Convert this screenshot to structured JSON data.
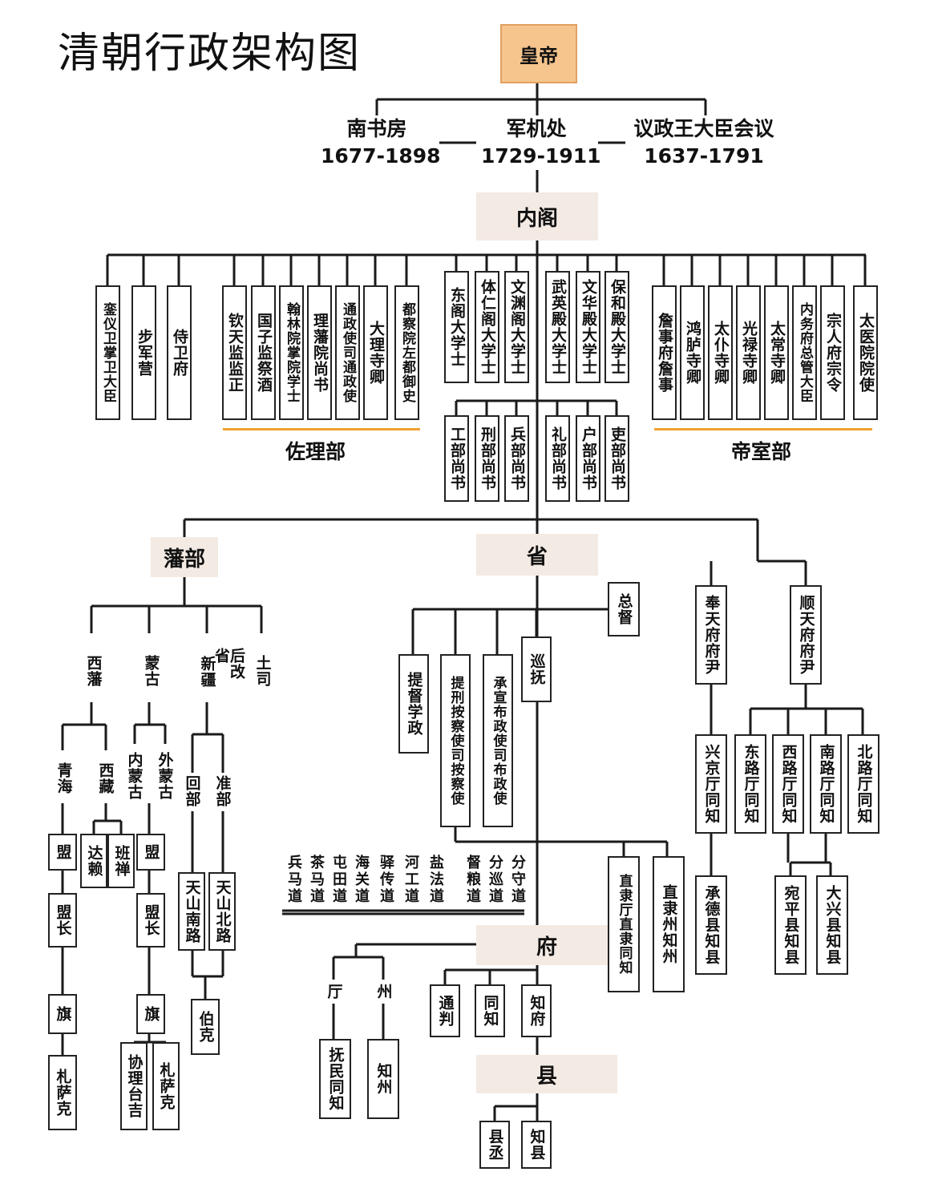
{
  "title": "清朝行政架构图",
  "emperor": "皇帝",
  "councils": [
    {
      "name": "南书房",
      "years": "1677-1898"
    },
    {
      "name": "军机处",
      "years": "1729-1911"
    },
    {
      "name": "议政王大臣会议",
      "years": "1637-1791"
    }
  ],
  "neige": "内阁",
  "assist": {
    "label": "佐理部",
    "items": [
      "钦天监监正",
      "国子监祭酒",
      "翰林院掌院学士",
      "理藩院尚书",
      "通政使司通政使",
      "大理寺卿",
      "都察院左都御史"
    ]
  },
  "guards": [
    "銮仪卫掌卫大臣",
    "步军营",
    "侍卫府"
  ],
  "grand_secretaries": [
    "东阁大学士",
    "体仁阁大学士",
    "文渊阁大学士",
    "武英殿大学士",
    "文华殿大学士",
    "保和殿大学士"
  ],
  "ministries": [
    "工部尚书",
    "刑部尚书",
    "兵部尚书",
    "礼部尚书",
    "户部尚书",
    "吏部尚书"
  ],
  "imperial": {
    "label": "帝室部",
    "items": [
      "詹事府詹事",
      "鸿胪寺卿",
      "太仆寺卿",
      "光禄寺卿",
      "太常寺卿",
      "内务府总管大臣",
      "宗人府宗令",
      "太医院院使"
    ]
  },
  "fanbu": {
    "label": "藩部",
    "regions": [
      "西藩",
      "蒙古",
      "新疆",
      "后改省",
      "土司"
    ],
    "subs": [
      "青海",
      "西藏",
      "内蒙古",
      "外蒙古",
      "回部",
      "准部"
    ],
    "qinghai_chain": [
      "盟",
      "盟长",
      "旗",
      "札萨克"
    ],
    "tibet": [
      "达赖",
      "班禅"
    ],
    "inner_chain": [
      "盟",
      "盟长",
      "旗"
    ],
    "inner_leaves": [
      "协理台吉",
      "札萨克"
    ],
    "xinjiang": [
      "天山南路",
      "天山北路",
      "伯克"
    ]
  },
  "province": {
    "label": "省",
    "zongdu": "总督",
    "officials": [
      "提督学政",
      "提刑按察使司按察使",
      "承宣布政使司布政使",
      "巡抚"
    ],
    "daos": [
      "兵马道",
      "茶马道",
      "屯田道",
      "海关道",
      "驿传道",
      "河工道",
      "盐法道",
      "督粮道",
      "分巡道",
      "分守道"
    ],
    "direct": [
      "直隶厅直隶同知",
      "直隶州知州"
    ]
  },
  "capital": {
    "fengtian": "奉天府府尹",
    "shuntian": "顺天府府尹",
    "xingjing": "兴京厅同知",
    "chengde": "承德县知县",
    "routes": [
      "东路厅同知",
      "西路厅同知",
      "南路厅同知",
      "北路厅同知"
    ],
    "counties": [
      "宛平县知县",
      "大兴县知县"
    ]
  },
  "fu": {
    "label": "府",
    "subs": [
      "厅",
      "州"
    ],
    "sub_heads": [
      "抚民同知",
      "知州"
    ],
    "officials": [
      "通判",
      "同知",
      "知府"
    ]
  },
  "xian": {
    "label": "县",
    "officials": [
      "县丞",
      "知县"
    ]
  }
}
